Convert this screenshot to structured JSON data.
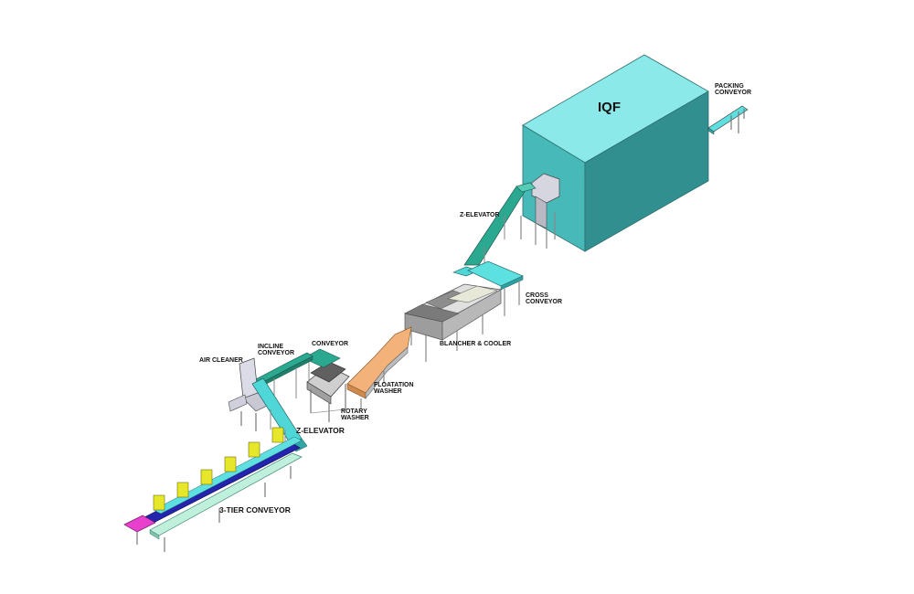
{
  "labels": {
    "iqf": "IQF",
    "packing_conveyor_1": "PACKING",
    "packing_conveyor_2": "CONVEYOR",
    "z_elevator_top": "Z-ELEVATOR",
    "cross_conveyor_1": "CROSS",
    "cross_conveyor_2": "CONVEYOR",
    "blancher_cooler": "BLANCHER & COOLER",
    "floatation_washer_1": "FLOATATION",
    "floatation_washer_2": "WASHER",
    "rotary_washer_1": "ROTARY",
    "rotary_washer_2": "WASHER",
    "conveyor": "CONVEYOR",
    "incline_conveyor_1": "INCLINE",
    "incline_conveyor_2": "CONVEYOR",
    "air_cleaner": "AIR CLEANER",
    "z_elevator_bottom": "Z-ELEVATOR",
    "three_tier_conveyor": "3-TIER CONVEYOR"
  },
  "colors": {
    "iqf_top": "#8be9e9",
    "iqf_front": "#46b8b8",
    "iqf_side": "#2f8c8c",
    "belt_cyan": "#4fd6d6",
    "belt_green": "#2aa58f",
    "belt_orange": "#f2b27a",
    "blancher": "#c9c9c9",
    "tier_blue": "#2222aa",
    "tier_yellow": "#e6e62a",
    "tier_pink": "#e83fcf",
    "steel": "#9a9a9a"
  }
}
